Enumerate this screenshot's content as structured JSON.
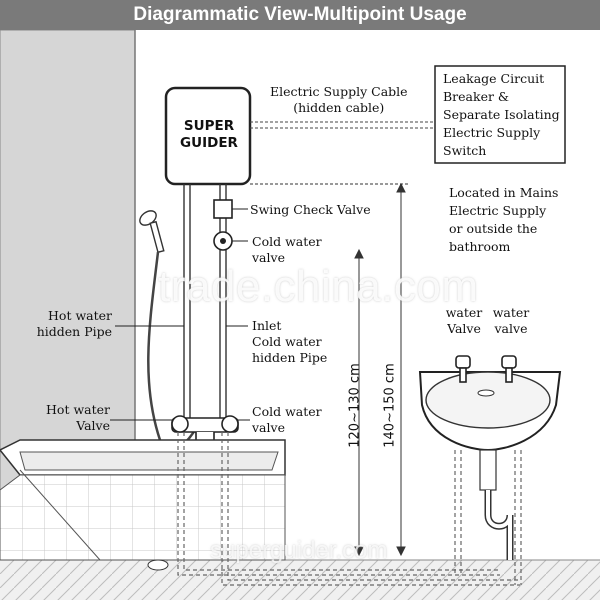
{
  "title": "Diagrammatic View-Multipoint Usage",
  "brand": {
    "line1": "SUPER",
    "line2": "GUIDER"
  },
  "labels": {
    "cable": {
      "line1": "Electric Supply Cable",
      "line2": "(hidden cable)"
    },
    "breaker": {
      "line1": "Leakage Circuit",
      "line2": "Breaker &",
      "line3": "Separate Isolating",
      "line4": "Electric Supply",
      "line5": "Switch"
    },
    "located": {
      "line1": "Located in Mains",
      "line2": "Electric Supply",
      "line3": "or outside the",
      "line4": "bathroom"
    },
    "swing": "Swing Check Valve",
    "cold_valve_top": {
      "line1": "Cold water",
      "line2": "valve"
    },
    "hot_pipe": {
      "line1": "Hot water",
      "line2": "hidden Pipe"
    },
    "inlet": {
      "line1": "Inlet",
      "line2": "Cold water",
      "line3": "hidden Pipe"
    },
    "hot_valve": {
      "line1": "Hot water",
      "line2": "Valve"
    },
    "cold_valve_bottom": {
      "line1": "Cold water",
      "line2": "valve"
    },
    "basin_left": {
      "line1": "water",
      "line2": "Valve"
    },
    "basin_right": {
      "line1": "water",
      "line2": "valve"
    }
  },
  "dimensions": {
    "inner": "120~130 cm",
    "outer": "140~150 cm"
  },
  "watermarks": {
    "main": "trade.china.com",
    "bottom": "superguider.com"
  }
}
